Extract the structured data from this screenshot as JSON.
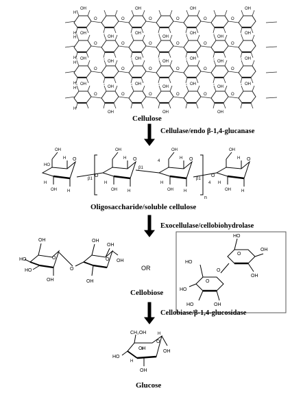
{
  "labels": {
    "cellulose": "Cellulose",
    "oligosaccharide": "Oligosaccharide/soluble cellulose",
    "cellobiose": "Cellobiose",
    "glucose": "Glucose",
    "or": "OR"
  },
  "enzymes": {
    "step1": "Cellulase/endo β-1,4-glucanase",
    "step2": "Exocellulase/cellobiohydrolase",
    "step3": "Cellobiase/β-1,4-glucosidase"
  },
  "molecule_text": {
    "oh": "OH",
    "ho": "HO",
    "h": "H",
    "o": "O",
    "ch2oh": "CH₂OH",
    "beta1": "β1",
    "n": "n",
    "four": "4"
  },
  "colors": {
    "text": "#000000",
    "arrow": "#000000",
    "box_border": "#555555"
  }
}
